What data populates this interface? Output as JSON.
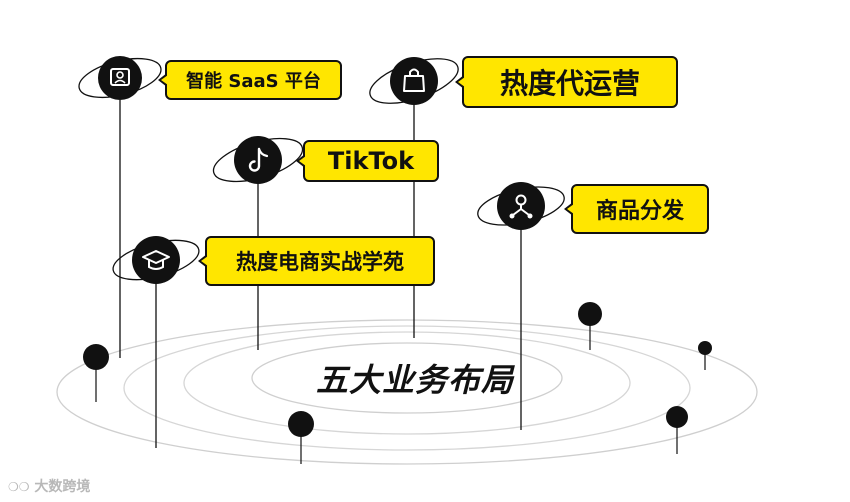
{
  "title": "五大业务布局",
  "items": [
    {
      "label": "智能 SaaS 平台",
      "icon": "portrait-frame-icon"
    },
    {
      "label": "热度代运营",
      "icon": "shopping-bag-icon"
    },
    {
      "label": "TikTok",
      "icon": "tiktok-note-icon"
    },
    {
      "label": "商品分发",
      "icon": "distribution-network-icon"
    },
    {
      "label": "热度电商实战学苑",
      "icon": "graduation-cap-icon"
    }
  ],
  "watermark": "大数跨境",
  "colors": {
    "accent": "#FFE600",
    "ink": "#111111",
    "ring": "#cfcfcf"
  }
}
